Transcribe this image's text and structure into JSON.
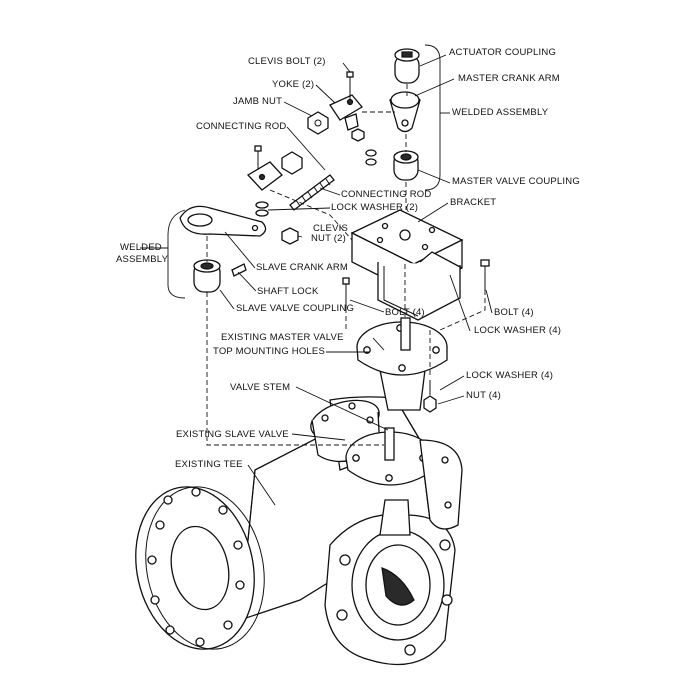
{
  "labels": {
    "clevis_bolt": "CLEVIS BOLT (2)",
    "yoke": "YOKE (2)",
    "jamb_nut": "JAMB NUT",
    "connecting_rod_top": "CONNECTING ROD",
    "actuator_coupling": "ACTUATOR COUPLING",
    "master_crank_arm": "MASTER CRANK ARM",
    "welded_assembly_right": "WELDED ASSEMBLY",
    "master_valve_coupling": "MASTER VALVE COUPLING",
    "connecting_rod_mid": "CONNECTING ROD",
    "lock_washer_2": "LOCK WASHER (2)",
    "bracket": "BRACKET",
    "clevis_nut_line1": "CLEVIS",
    "clevis_nut_line2": "NUT (2)",
    "welded_assembly_left_line1": "WELDED",
    "welded_assembly_left_line2": "ASSEMBLY",
    "slave_crank_arm": "SLAVE CRANK ARM",
    "shaft_lock": "SHAFT LOCK",
    "slave_valve_coupling": "SLAVE VALVE COUPLING",
    "bolt_4_center": "BOLT (4)",
    "bolt_4_right": "BOLT (4)",
    "lock_washer_4_right": "LOCK WASHER (4)",
    "existing_master_valve": "EXISTING MASTER VALVE",
    "top_mounting_holes": "TOP MOUNTING HOLES",
    "valve_stem": "VALVE STEM",
    "lock_washer_4_lower": "LOCK WASHER (4)",
    "nut_4": "NUT (4)",
    "existing_slave_valve": "EXISTING SLAVE VALVE",
    "existing_tee": "EXISTING TEE"
  }
}
